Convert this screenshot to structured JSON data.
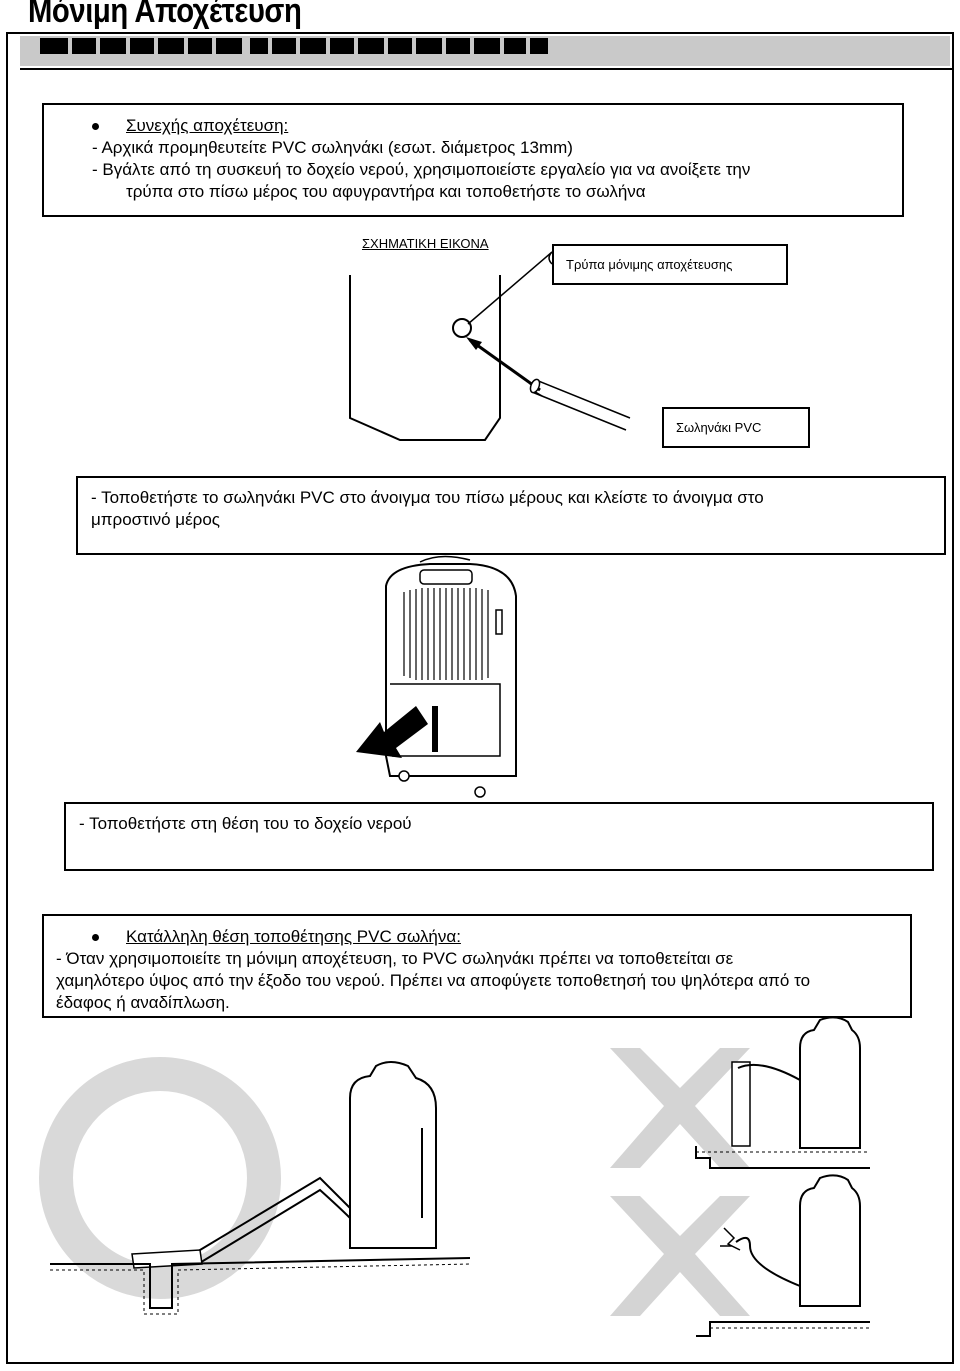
{
  "title": "Μόνιμη Αποχέτευση",
  "section1": {
    "heading": "Συνεχής αποχέτευση:",
    "line1": "-  Αρχικά προμηθευτείτε PVC σωληνάκι (εσωτ. διάμετρος 13mm)",
    "line2": "-  Βγάλτε από τη συσκευή το δοχείο νερού, χρησιμοποιείστε εργαλείο για να ανοίξετε την",
    "line3": "τρύπα στο πίσω μέρος του αφυγραντήρα και τοποθετήστε το σωλήνα"
  },
  "figure1": {
    "caption": "ΣΧΗΜΑΤΙΚΗ ΕΙΚΟΝΑ",
    "hole_label": "Τρύπα μόνιμης αποχέτευσης",
    "pipe_label": "Σωληνάκι PVC"
  },
  "step2": {
    "line1": "- Τοποθετήστε το σωληνάκι PVC στο άνοιγμα του πίσω μέρους και κλείστε το άνοιγμα στο",
    "line2": "μπροστινό μέρος"
  },
  "step3": {
    "text": "- Τοποθετήστε στη θέση του το δοχείο νερού"
  },
  "section2": {
    "heading": "Κατάλληλη θέση τοποθέτησης PVC σωλήνα:",
    "line1": "- Όταν χρησιμοποιείτε τη μόνιμη αποχέτευση, το PVC σωληνάκι πρέπει να τοποθετείται σε",
    "line2": "χαμηλότερο ύψος από την έξοδο του νερού. Πρέπει να αποφύγετε τοποθετησή του ψηλότερα από το",
    "line3": "έδαφος ή αναδίπλωση."
  }
}
